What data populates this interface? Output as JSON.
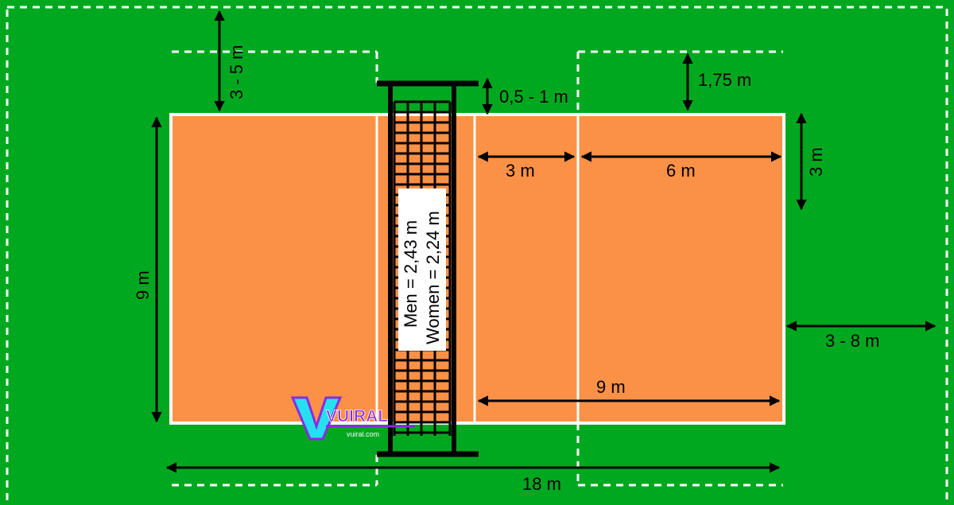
{
  "colors": {
    "grass": "#00a81f",
    "court": "#fb9146",
    "lines": "#ffffff",
    "ink": "#000000",
    "logo_purple": "#8a2be2",
    "logo_cyan": "#26e0f0"
  },
  "dimensions": {
    "court_length": "18 m",
    "court_width": "9 m",
    "half_court_length": "9 m",
    "attack_zone": "3 m",
    "back_zone": "6 m",
    "net_gap": "0,5 - 1 m",
    "free_zone_end": "3 - 5 m",
    "free_zone_side": "3 - 8 m",
    "side_margin": "1,75 m",
    "end_margin": "3 m"
  },
  "net": {
    "men_height": "Men = 2,43 m",
    "women_height": "Women = 2,24 m"
  },
  "logo": {
    "name": "VUIRAL",
    "url": "vuiral.com"
  }
}
